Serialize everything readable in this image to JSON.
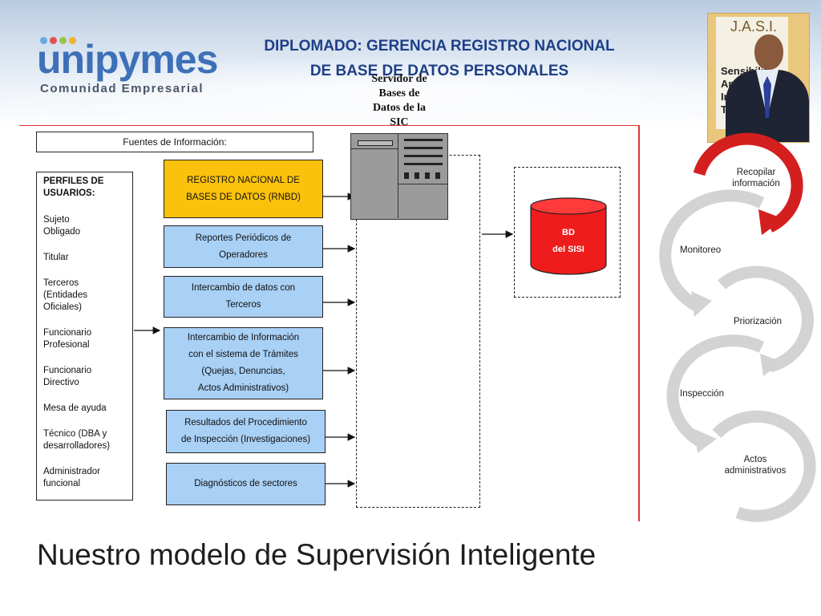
{
  "logo": {
    "name": "unipymes",
    "tagline": "Comunidad Empresarial",
    "dot_colors": [
      "#6aa9e0",
      "#e05252",
      "#9bc44a",
      "#f2b233",
      "#3d70b8"
    ]
  },
  "header": {
    "line1": "DIPLOMADO: GERENCIA REGISTRO NACIONAL",
    "line2": "DE BASE DE DATOS PERSONALES"
  },
  "photo": {
    "card_title": "J.A.S.I.",
    "card_lines": [
      "Sensibiliz",
      "Apr",
      "Inn",
      "TIC"
    ]
  },
  "diagram": {
    "fuentes": "Fuentes de Información:",
    "perfiles_title": "PERFILES DE\nUSUARIOS:",
    "perfiles": [
      "Sujeto\nObligado",
      "Titular",
      "Terceros\n(Entidades\nOficiales)",
      "Funcionario\nProfesional",
      "Funcionario\nDirectivo",
      "Mesa de ayuda",
      "Técnico (DBA y\ndesarrolladores)",
      "Administrador\nfuncional"
    ],
    "sources": [
      "REGISTRO NACIONAL DE\nBASES DE DATOS (RNBD)",
      "Reportes Periódicos de\nOperadores",
      "Intercambio de datos con\nTerceros",
      "Intercambio de Información\ncon el sistema de Trámites\n(Quejas, Denuncias,\nActos Administrativos)",
      "Resultados del Procedimiento\nde Inspección (Investigaciones)",
      "Diagnósticos de sectores"
    ],
    "server": "Servidor de\nBases de\nDatos de la\nSIC",
    "database": "BD\ndel SISI"
  },
  "cycle": {
    "steps": [
      "Recopilar\ninformación",
      "Monitoreo",
      "Priorización",
      "Inspección",
      "Actos\nadministrativos"
    ],
    "colors": {
      "active": "#d41f1f",
      "inactive": "#d3d3d3"
    }
  },
  "title": "Nuestro modelo de Supervisión Inteligente"
}
